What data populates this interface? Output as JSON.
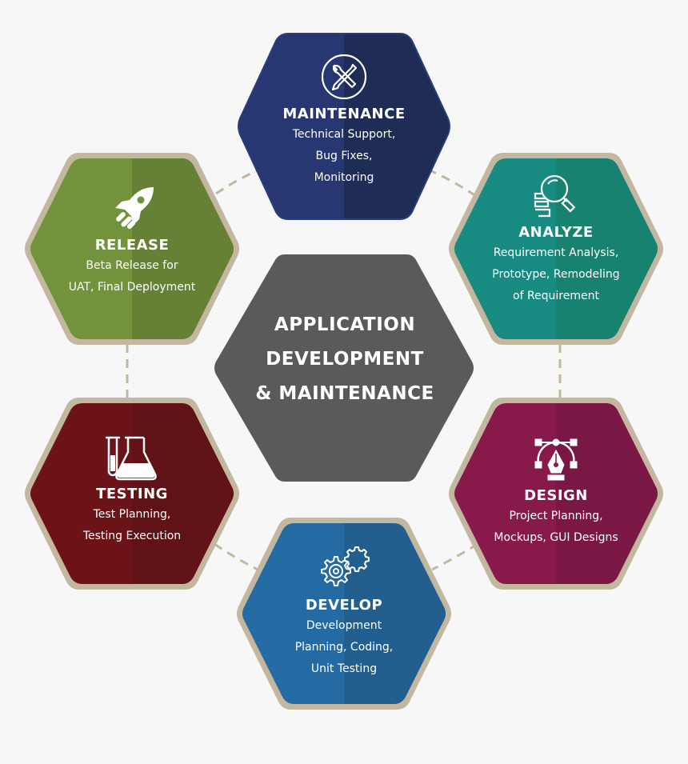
{
  "center": {
    "lines": [
      "APPLICATION",
      "DEVELOPMENT",
      "& MAINTENANCE"
    ],
    "color": "#5a5a5a"
  },
  "colors": {
    "background": "#f7f7f7",
    "border": "#c3b7a0",
    "connector": "#c3b7a0"
  },
  "stages": [
    {
      "id": "maintenance",
      "title": "MAINTENANCE",
      "description": [
        "Technical Support,",
        "Bug Fixes,",
        "Monitoring"
      ],
      "icon": "wrench-screwdriver-icon",
      "color_left": "#263772",
      "color_right": "#1f2c55"
    },
    {
      "id": "analyze",
      "title": "ANALYZE",
      "description": [
        "Requirement Analysis,",
        "Prototype, Remodeling",
        "of Requirement"
      ],
      "icon": "magnifier-document-icon",
      "color_left": "#178a82",
      "color_right": "#17826f"
    },
    {
      "id": "design",
      "title": "DESIGN",
      "description": [
        "Project Planning,",
        "Mockups, GUI Designs"
      ],
      "icon": "pen-tool-icon",
      "color_left": "#881a4b",
      "color_right": "#7b1744"
    },
    {
      "id": "develop",
      "title": "DEVELOP",
      "description": [
        "Development",
        "Planning, Coding,",
        "Unit Testing"
      ],
      "icon": "gears-icon",
      "color_left": "#246aa3",
      "color_right": "#225f8e"
    },
    {
      "id": "testing",
      "title": "TESTING",
      "description": [
        "Test Planning,",
        "Testing Execution"
      ],
      "icon": "lab-flask-icon",
      "color_left": "#6b1316",
      "color_right": "#601216"
    },
    {
      "id": "release",
      "title": "RELEASE",
      "description": [
        "Beta Release for",
        "UAT, Final Deployment"
      ],
      "icon": "rocket-icon",
      "color_left": "#73923c",
      "color_right": "#668136"
    }
  ]
}
